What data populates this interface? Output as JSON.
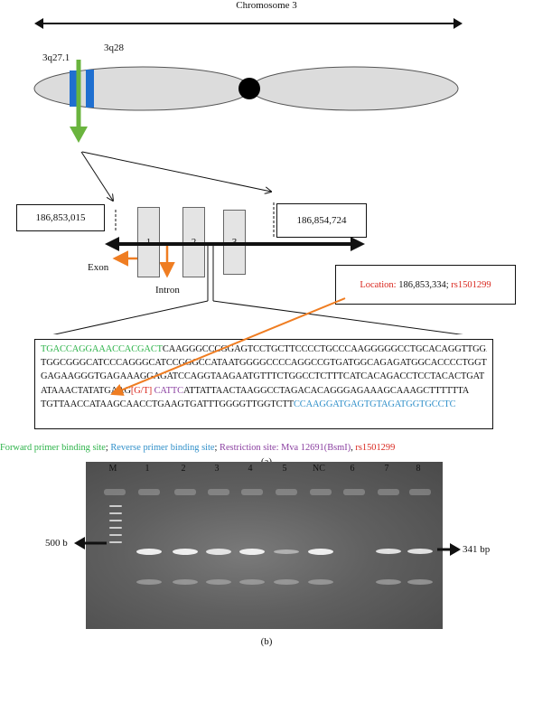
{
  "panel_a": {
    "chromosome_title": "Chromosome 3",
    "band_label_left": "3q27.1",
    "band_label_right": "3q28",
    "coord_left": "186,853,015",
    "coord_right": "186,854,724",
    "exons": [
      "1",
      "2",
      "3"
    ],
    "exon_label": "Exon",
    "intron_label": "Intron",
    "location_box": {
      "prefix": "Location:",
      "position": " 186,853,334; ",
      "snp": "rs1501299"
    },
    "sequence": {
      "line1_fwd": "TGACCAGGAAACCACGACT",
      "line1_rest": "CAAGGGCCCGGAGTCCTGCTTCCCCTGCCCAAGGGGGCCTGCACAGGTTGGA",
      "line2": "TGGCGGGCATCCCAGGGCATCCGGGCCATAATGGGGCCCCAGGCCGTGATGGCAGAGATGGCACCCCTGGT",
      "line3": "GAGAAGGGTGAGAAAGGAGATCCAGGTAAGAATGTTTCTGGCCTCTTTCATCACAGACCTCCTACACTGAT",
      "line4_pre": "ATAAACTATATGAAG",
      "line4_snp": "[G/T]",
      "line4_site": " CATTC",
      "line4_post": "ATTATTAACTAAGGCCTAGACACAGGGAGAAAGCAAAGCTTTTTTA",
      "line5_pre": "TGTTAACCATAAGCAACCTGAAGTGATTTGGGGTTGGTCTT",
      "line5_rev": "CCAAGGATGAGTGTAGATGGTGCCTC"
    },
    "legend": {
      "forward": "Forward primer binding site",
      "sep1": "; ",
      "reverse": "Reverse primer binding site",
      "sep2": "; ",
      "restriction": "Restriction site: Mva 12691(BsmI)",
      "sep3": ", ",
      "snp": "rs1501299"
    },
    "caption": "(a)"
  },
  "panel_b": {
    "lanes": [
      "M",
      "1",
      "2",
      "3",
      "4",
      "5",
      "NC",
      "6",
      "7",
      "8"
    ],
    "marker_left": "500 b",
    "marker_right": "341 bp",
    "caption": "(b)"
  },
  "colors": {
    "forward": "#2db34a",
    "reverse": "#2f8fc9",
    "restriction": "#8a3fa0",
    "snp": "#d9271e",
    "band_blue": "#1f6fd0",
    "arrow_green": "#6ab43e",
    "arrow_orange": "#ef7d22"
  }
}
